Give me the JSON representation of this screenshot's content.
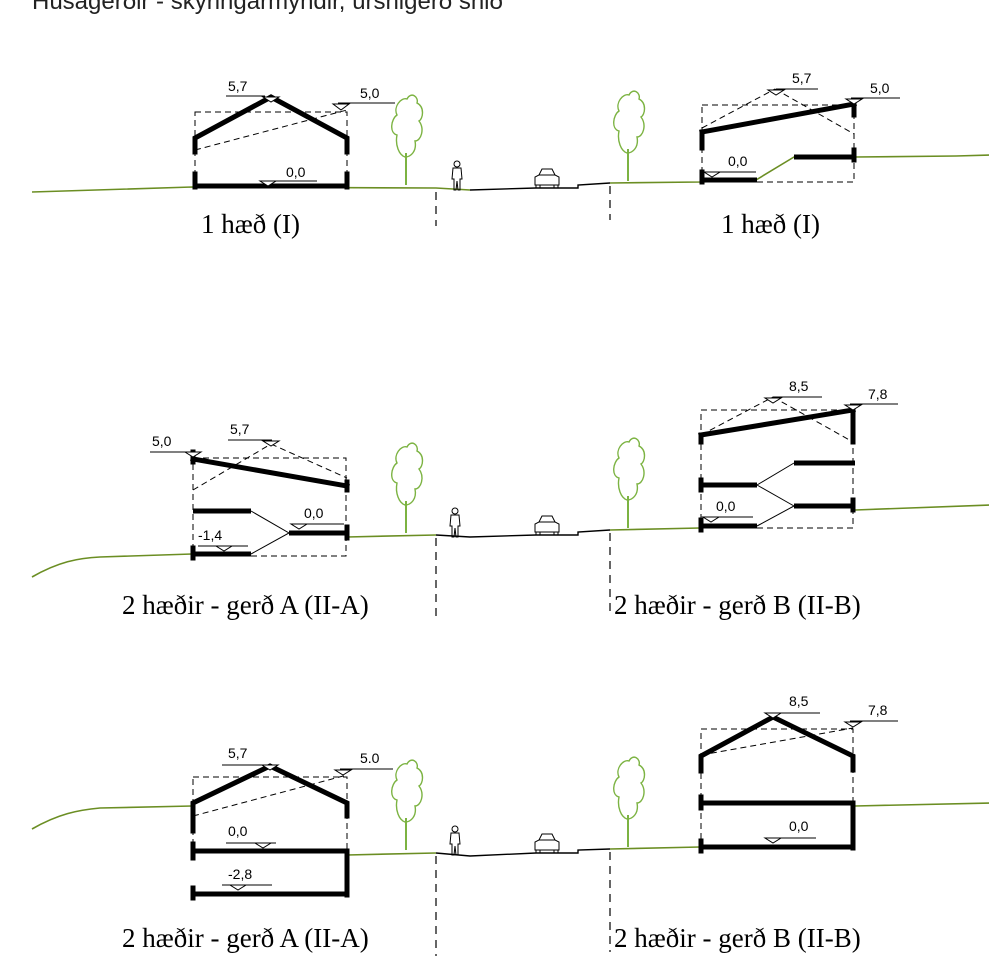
{
  "header": {
    "text": "Húsagerðir - skýringarmyndir, úrsnigerð snið"
  },
  "sections": [
    {
      "left": {
        "caption": "1 hæð (I)",
        "levels": [
          "5,7",
          "5,0",
          "0,0"
        ]
      },
      "right": {
        "caption": "1 hæð (I)",
        "levels": [
          "5,7",
          "5,0",
          "0,0"
        ]
      }
    },
    {
      "left": {
        "caption": "2 hæðir - gerð A (II-A)",
        "levels": [
          "5,0",
          "5,7",
          "0,0",
          "-1,4"
        ]
      },
      "right": {
        "caption": "2 hæðir - gerð B (II-B)",
        "levels": [
          "8,5",
          "7,8",
          "0,0"
        ]
      }
    },
    {
      "left": {
        "caption": "2 hæðir - gerð A (II-A)",
        "levels": [
          "5,7",
          "5.0",
          "0,0",
          "-2,8"
        ]
      },
      "right": {
        "caption": "2 hæðir - gerð B (II-B)",
        "levels": [
          "8,5",
          "7,8",
          "0,0"
        ]
      }
    }
  ],
  "colors": {
    "ground": "#6b8e23",
    "tree": "#7cb342",
    "lines": "#000000"
  }
}
